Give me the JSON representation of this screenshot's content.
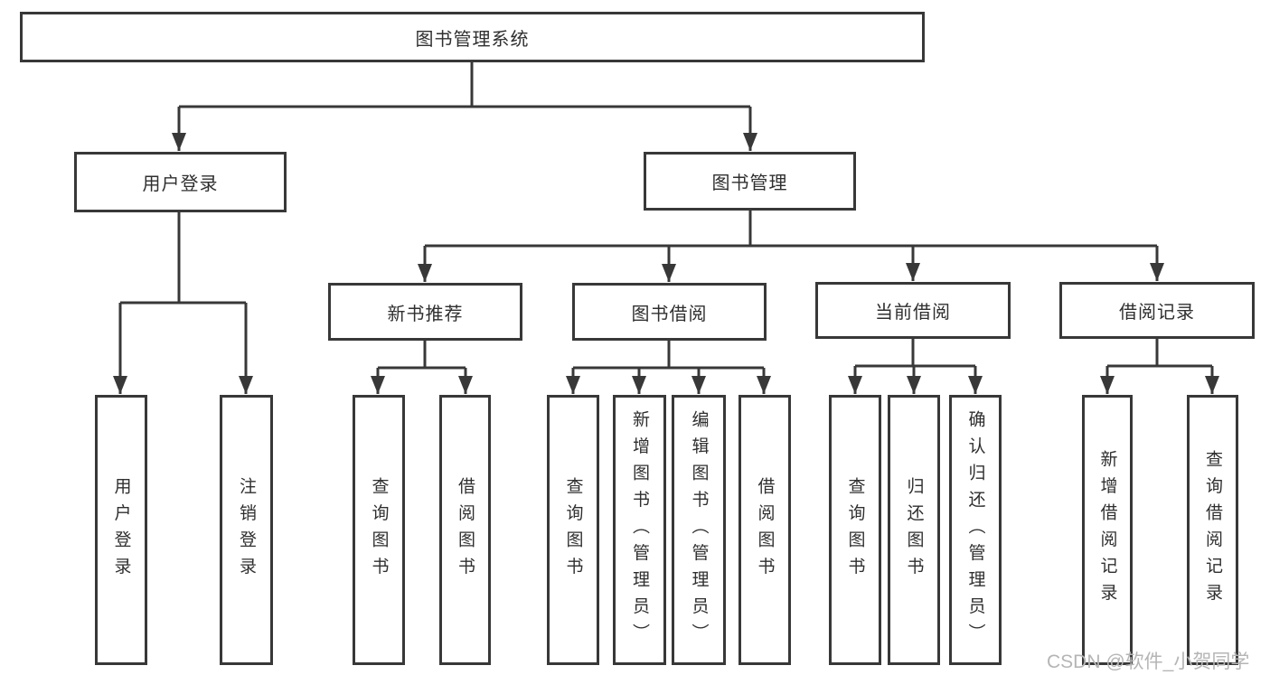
{
  "diagram": {
    "root": {
      "label": "图书管理系统"
    },
    "branches": [
      {
        "label": "用户登录",
        "leaves": [
          "用户登录",
          "注销登录"
        ]
      },
      {
        "label": "图书管理",
        "children": [
          {
            "label": "新书推荐",
            "leaves": [
              "查询图书",
              "借阅图书"
            ]
          },
          {
            "label": "图书借阅",
            "leaves": [
              "查询图书",
              "新增图书（管理员）",
              "编辑图书（管理员）",
              "借阅图书"
            ]
          },
          {
            "label": "当前借阅",
            "leaves": [
              "查询图书",
              "归还图书",
              "确认归还（管理员）"
            ]
          },
          {
            "label": "借阅记录",
            "leaves": [
              "新增借阅记录",
              "查询借阅记录"
            ]
          }
        ]
      }
    ],
    "watermark": "CSDN @软件_小贺同学",
    "colors": {
      "line": "#383838",
      "text": "#2f2f2f",
      "watermark": "#b5b5b5",
      "background": "#ffffff"
    }
  }
}
